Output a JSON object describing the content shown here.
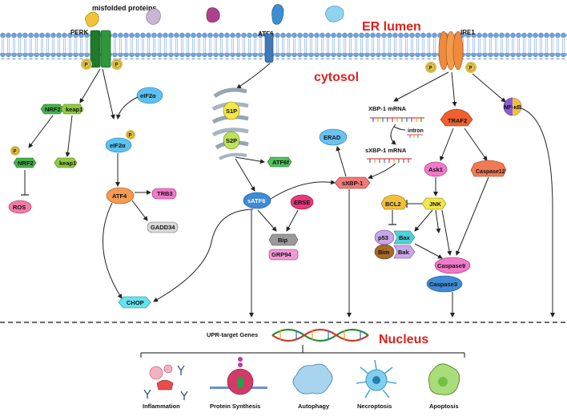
{
  "regions": {
    "er_lumen": "ER lumen",
    "cytosol": "cytosol",
    "nucleus": "Nucleus"
  },
  "labels": {
    "misfolded": "misfolded proteins",
    "perk": "PERK",
    "atf6": "ATF6",
    "ire1": "IRE1",
    "upr_genes": "UPR-target Genes",
    "intron": "intron",
    "xbp1_mrna": "XBP-1 mRNA",
    "sxbp1_mrna": "sXBP-1 mRNA"
  },
  "phospho": "P",
  "nodes": {
    "nrf2_a": "NRF2",
    "keap1_a": "keap1",
    "nrf2_b": "NRF2",
    "keap1_b": "keap1",
    "ros": "ROS",
    "eif2a_a": "eIF2α",
    "eif2a_b": "eIF2α",
    "atf4": "ATF4",
    "trb3": "TRB3",
    "gadd34": "GADD34",
    "chop": "CHOP",
    "s1p": "S1P",
    "s2p": "S2P",
    "atf6f": "ATF6f",
    "satf6": "sATF6",
    "erse": "ERSE",
    "bip": "Bip",
    "grp94": "GRP94",
    "erad": "ERAD",
    "sxbp1": "sXBP-1",
    "traf2": "TRAF2",
    "ask1": "Ask1",
    "caspase12": "Caspase12",
    "jnk": "JNK",
    "bcl2": "BCL2",
    "p53": "p53",
    "bax": "Bax",
    "bim": "Bim",
    "bak": "Bak",
    "caspase9": "Caspase9",
    "caspase3": "Caspase3",
    "nfkb": "NF-κB"
  },
  "outcomes": [
    "Inflammation",
    "Protein Synthesis",
    "Autophagy",
    "Necroptosis",
    "Apoptosis"
  ],
  "colors": {
    "membrane_head": "#6fa3dc",
    "membrane_tail": "#9bbbe0",
    "perk": "#1f7a2a",
    "atf6": "#3f79b6",
    "ire1": "#f08a3c",
    "region_red": "#e0201b"
  }
}
